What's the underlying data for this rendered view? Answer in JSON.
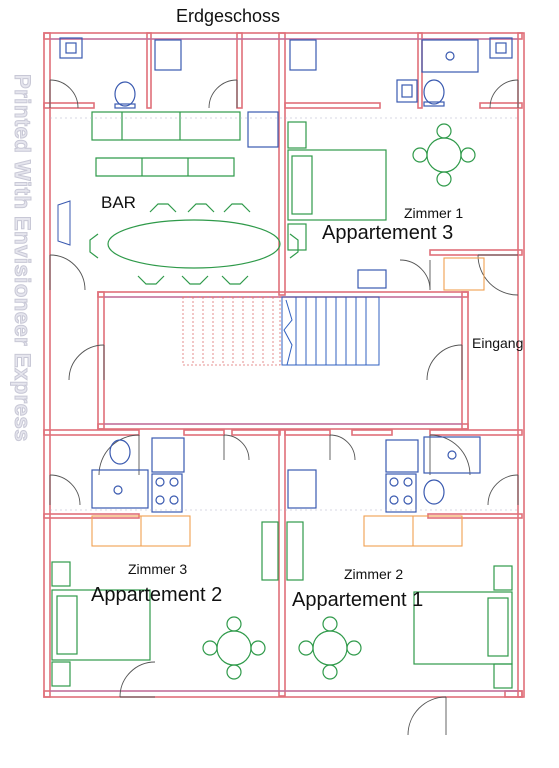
{
  "plan": {
    "title": "Erdgeschoss",
    "watermark": "Printed With Envisioneer Express",
    "rooms": {
      "bar": "BAR",
      "zimmer_1": "Zimmer 1",
      "appartement_3": "Appartement 3",
      "eingang": "Eingang",
      "zimmer_3": "Zimmer 3",
      "appartement_2": "Appartement 2",
      "zimmer_2": "Zimmer 2",
      "appartement_1": "Appartement 1"
    }
  },
  "colors": {
    "walls": "#e0707a",
    "wall_inner": "#a070c0",
    "fixtures": "#3a5ab0",
    "furniture": "#2f9a4a",
    "kitchen_counter": "#f0a050",
    "stairs_up": "#e07070",
    "stairs_down": "#3060c0",
    "doors": "#555555"
  }
}
